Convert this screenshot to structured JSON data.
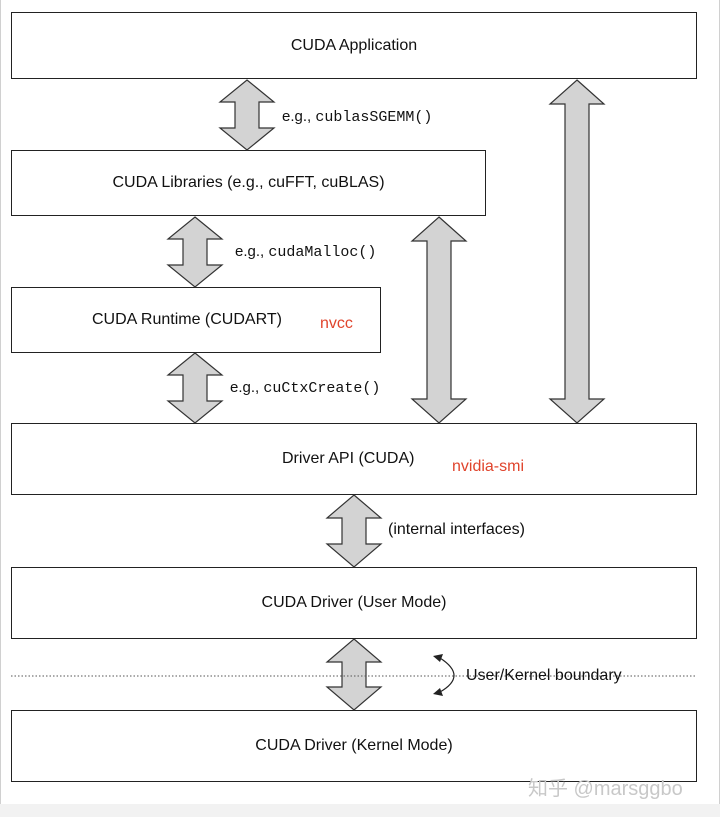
{
  "boxes": {
    "app": "CUDA Application",
    "libraries": "CUDA Libraries (e.g., cuFFT, cuBLAS)",
    "runtime": "CUDA Runtime (CUDART)",
    "driver_api": "Driver API (CUDA)",
    "driver_user": "CUDA Driver (User Mode)",
    "driver_kernel": "CUDA Driver (Kernel Mode)"
  },
  "labels": {
    "eg1_prefix": "e.g.,",
    "eg1_code": "cublasSGEMM()",
    "eg2_prefix": "e.g.,",
    "eg2_code": "cudaMalloc()",
    "eg3_prefix": "e.g.,",
    "eg3_code": "cuCtxCreate()",
    "internal": "(internal interfaces)",
    "boundary": "User/Kernel boundary"
  },
  "annotations": {
    "nvcc": "nvcc",
    "nvidia_smi": "nvidia-smi"
  },
  "watermark": "知乎 @marsggbo",
  "colors": {
    "arrow_fill": "#d3d3d3",
    "arrow_stroke": "#333333",
    "annotation": "#e0442c"
  }
}
